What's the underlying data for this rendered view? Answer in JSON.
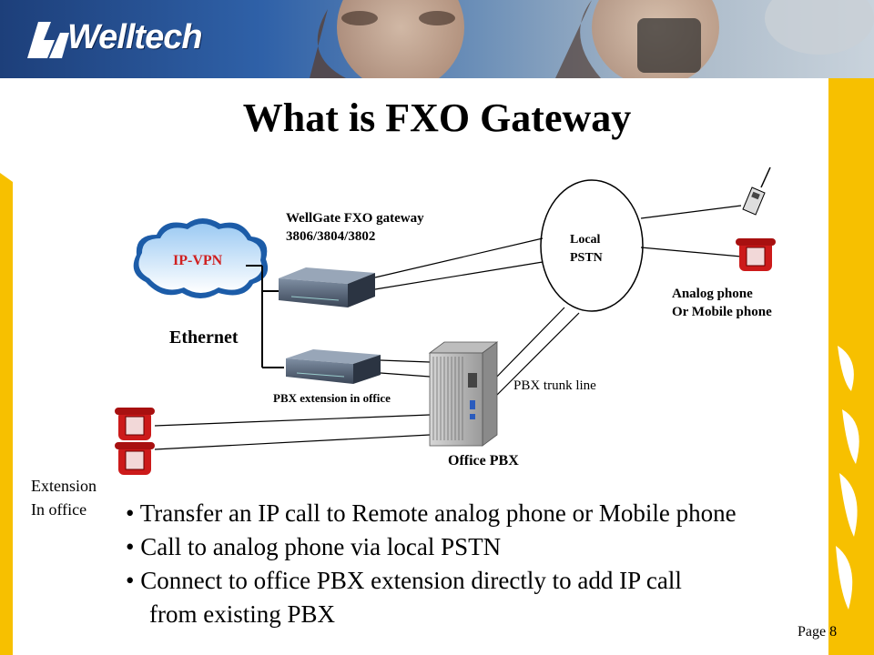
{
  "brand": {
    "name": "Welltech"
  },
  "slide": {
    "title": "What is FXO Gateway",
    "page": "Page 8"
  },
  "diagram": {
    "cloud_label": "IP-VPN",
    "ethernet_label": "Ethernet",
    "gateway_label_line1": "WellGate FXO gateway",
    "gateway_label_line2": "3806/3804/3802",
    "pstn_label_line1": "Local",
    "pstn_label_line2": "PSTN",
    "analog_label_line1": "Analog phone",
    "analog_label_line2": "Or Mobile phone",
    "pbx_extension_label": "PBX extension in office",
    "trunk_label": "PBX trunk line",
    "office_pbx_label": "Office PBX",
    "extension_label_line1": "Extension",
    "extension_label_line2": "In office"
  },
  "bullets": [
    "• Transfer an IP call to Remote analog phone or Mobile phone",
    "• Call to analog phone via local PSTN",
    "• Connect to office PBX extension directly to add IP call",
    "from existing PBX"
  ],
  "colors": {
    "banner": "#2f61a8",
    "accent_yellow": "#f7c000",
    "phone_red": "#cc1a1a",
    "cloud_blue": "#7fb2e6"
  }
}
